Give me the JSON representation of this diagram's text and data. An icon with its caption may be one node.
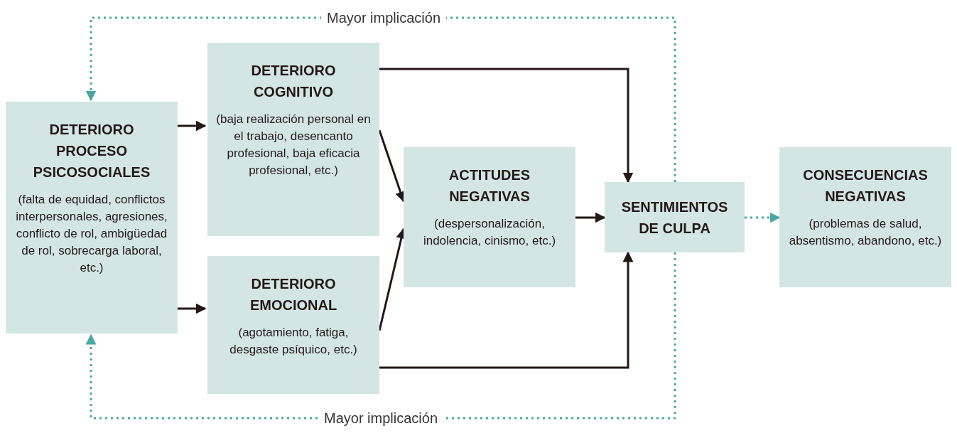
{
  "diagram": {
    "nodes": [
      {
        "text": [
          "DETERIORO PROCESO PSICOSOCIALES",
          "(falta de equidad, conflictos interpersonales, agresiones, conflicto de rol, ambigüedad de rol, sobrecarga laboral, etc.)"
        ]
      },
      {
        "text": [
          "DETERIORO COGNITIVO",
          "(baja realización personal en el trabajo, desencanto profesional, baja eficacia profesional, etc.)"
        ]
      },
      {
        "text": [
          "DETERIORO EMOCIONAL",
          "(agotamiento, fatiga, desgaste psíquico, etc.)"
        ]
      },
      {
        "text": [
          "ACTITUDES NEGATIVAS",
          "(despersonalización, indolencia, cinismo, etc.)"
        ]
      },
      {
        "text": [
          "SENTIMIENTOS DE CULPA"
        ]
      },
      {
        "text": [
          "CONSECUENCIAS NEGATIVAS",
          "(problemas de salud, absentismo, abandono, etc.)"
        ]
      }
    ],
    "edges": [
      {
        "from": 0,
        "to": 1,
        "arrow": "to"
      },
      {
        "from": 0,
        "to": 2,
        "arrow": "to"
      },
      {
        "from": 1,
        "to": 3,
        "arrow": "to"
      },
      {
        "from": 2,
        "to": 3,
        "arrow": "to"
      },
      {
        "from": 1,
        "to": 4,
        "arrow": "to"
      },
      {
        "from": 2,
        "to": 4,
        "arrow": "to"
      },
      {
        "from": 3,
        "to": 4,
        "arrow": "to"
      },
      {
        "from": 4,
        "to": 5,
        "arrow": "to",
        "style": "dashed",
        "color": "#4aa8a0"
      },
      {
        "from": 4,
        "to": 0,
        "arrow": "to",
        "label": "Mayor implicación",
        "style": "dashed",
        "color": "#4aa8a0"
      },
      {
        "from": 4,
        "to": 0,
        "arrow": "to",
        "label": "Mayor implicación",
        "style": "dashed",
        "color": "#4aa8a0"
      }
    ]
  }
}
